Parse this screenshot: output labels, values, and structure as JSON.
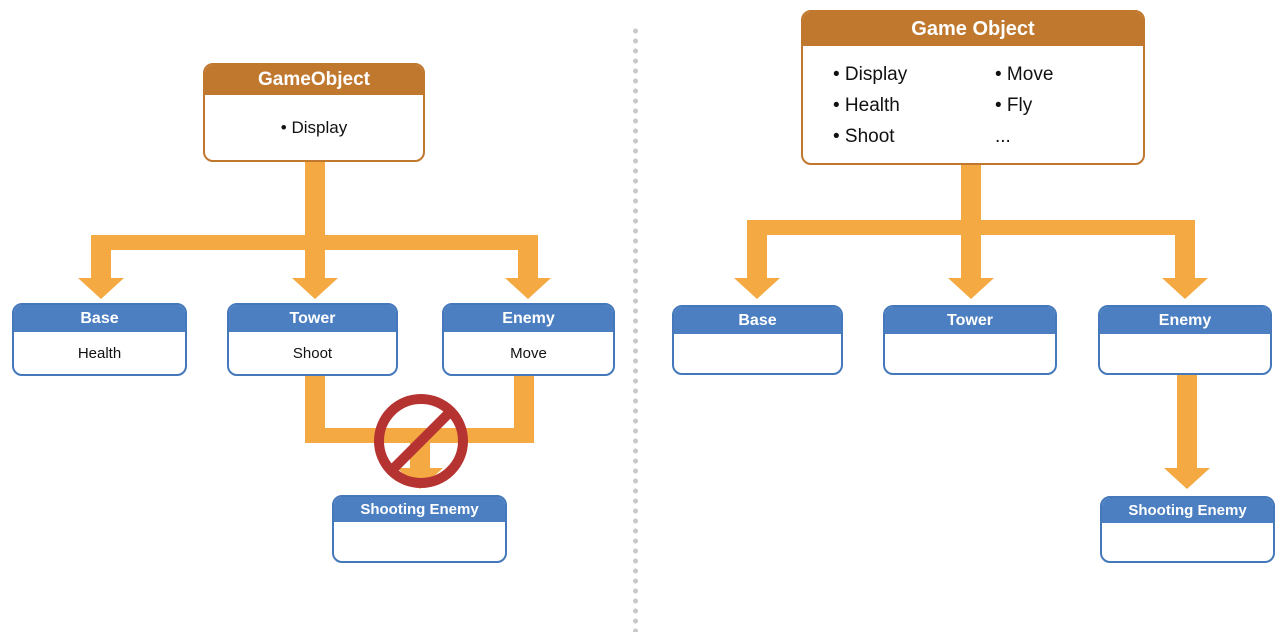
{
  "colors": {
    "orange_header": "#c0772e",
    "blue_header": "#4c7fc1",
    "blue_border": "#4478ba",
    "arrow_orange": "#f5a942",
    "prohibition_red": "#b53331",
    "divider_dot": "#c9c9c9"
  },
  "left_panel": {
    "root": {
      "title": "GameObject",
      "body_item": "• Display"
    },
    "children": [
      {
        "title": "Base",
        "body": "Health"
      },
      {
        "title": "Tower",
        "body": "Shoot"
      },
      {
        "title": "Enemy",
        "body": "Move"
      }
    ],
    "blocked_child": {
      "title": "Shooting Enemy",
      "body": ""
    }
  },
  "right_panel": {
    "root": {
      "title": "Game Object",
      "col1": [
        "• Display",
        "• Health",
        "• Shoot"
      ],
      "col2": [
        "• Move",
        "• Fly",
        "..."
      ]
    },
    "children": [
      {
        "title": "Base",
        "body": ""
      },
      {
        "title": "Tower",
        "body": ""
      },
      {
        "title": "Enemy",
        "body": ""
      }
    ],
    "enemy_child": {
      "title": "Shooting Enemy",
      "body": ""
    }
  }
}
